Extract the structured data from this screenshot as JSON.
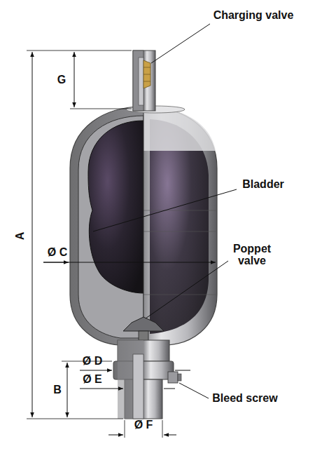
{
  "diagram": {
    "labels": [
      "Charging valve",
      "G",
      "Bladder",
      "A",
      "Ø C",
      "Poppet valve",
      "Ø D",
      "Ø E",
      "B",
      "Bleed screw",
      "Ø F"
    ]
  }
}
